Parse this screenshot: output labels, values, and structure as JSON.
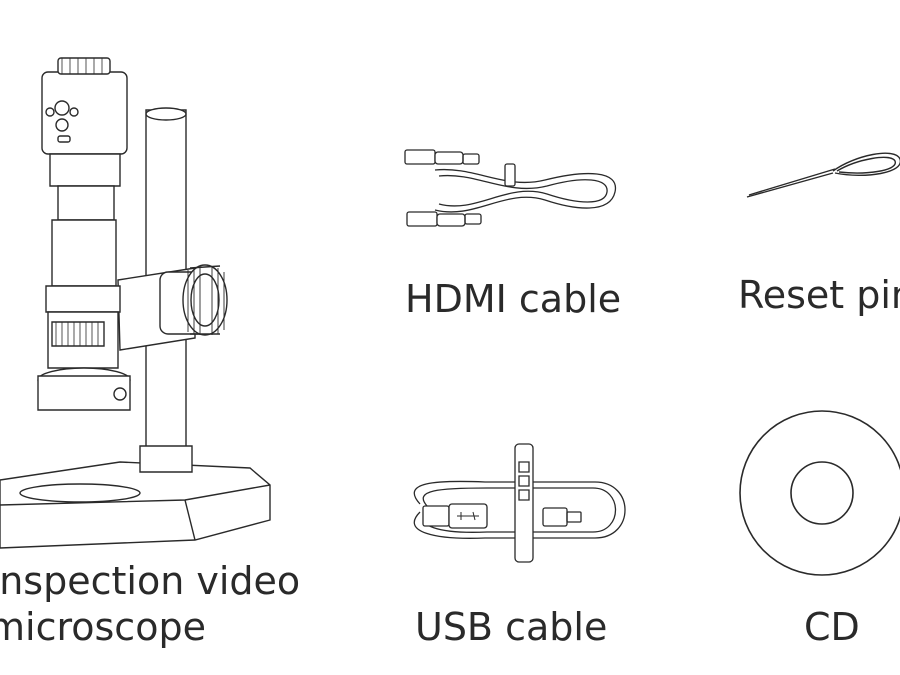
{
  "items": {
    "microscope": {
      "label_line1": "Inspection video",
      "label_line2": "microscope"
    },
    "hdmi_cable": {
      "label": "HDMI cable"
    },
    "reset_pin": {
      "label": "Reset pin"
    },
    "usb_cable": {
      "label": "USB cable"
    },
    "cd": {
      "label": "CD"
    }
  },
  "colors": {
    "line": "#2a2a2a",
    "background": "#ffffff"
  }
}
